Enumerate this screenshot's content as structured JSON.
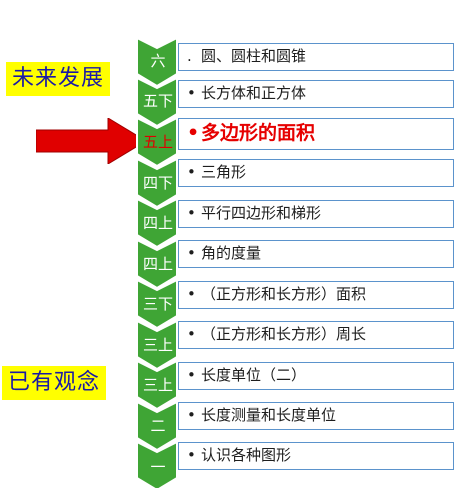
{
  "side_labels": {
    "future": "未来发展",
    "existing": "已有观念"
  },
  "units": [
    {
      "grade": "六",
      "bullet": ".",
      "topic": "圆、圆柱和圆锥"
    },
    {
      "grade": "五下",
      "bullet": "•",
      "topic": "长方体和正方体"
    },
    {
      "grade": "五上",
      "bullet": "•",
      "topic": "多边形的面积"
    },
    {
      "grade": "四下",
      "bullet": "•",
      "topic": "三角形"
    },
    {
      "grade": "四上",
      "bullet": "•",
      "topic": "平行四边形和梯形"
    },
    {
      "grade": "四上",
      "bullet": "•",
      "topic": "角的度量"
    },
    {
      "grade": "三下",
      "bullet": "•",
      "topic": "（正方形和长方形）面积"
    },
    {
      "grade": "三上",
      "bullet": "•",
      "topic": "（正方形和长方形）周长"
    },
    {
      "grade": "三上",
      "bullet": "•",
      "topic": "长度单位（二）"
    },
    {
      "grade": "二",
      "bullet": "•",
      "topic": "长度测量和长度单位"
    },
    {
      "grade": "一",
      "bullet": "•",
      "topic": "认识各种图形"
    }
  ],
  "colors": {
    "chevron_green": "#3fa535",
    "chevron_outline": "#ffffff",
    "box_border": "#5b93cc",
    "current_text": "#e60000",
    "arrow_red": "#e00000",
    "label_bg": "#ffff00",
    "label_text": "#1a1aa6"
  }
}
